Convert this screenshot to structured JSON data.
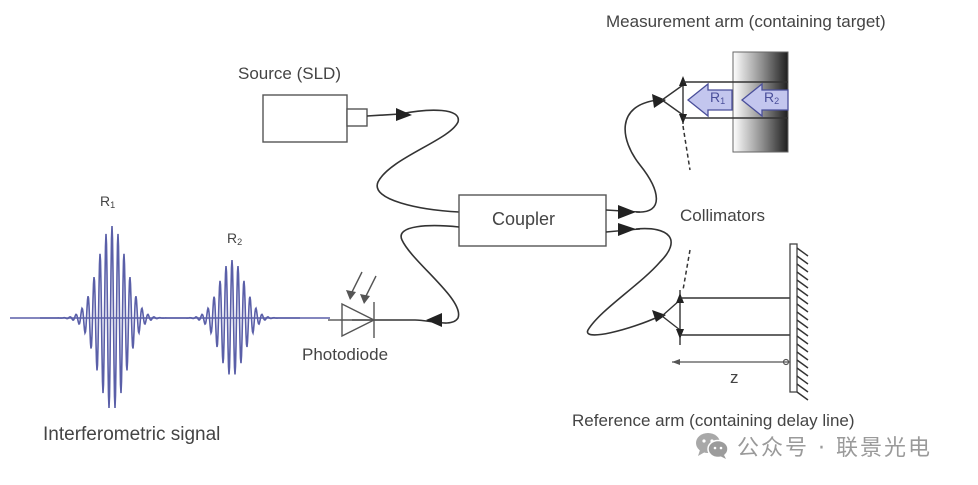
{
  "diagram": {
    "labels": {
      "source": "Source (SLD)",
      "coupler": "Coupler",
      "photodiode": "Photodiode",
      "collimators": "Collimators",
      "measurement_arm": "Measurement arm (containing target)",
      "reference_arm": "Reference arm (containing delay line)",
      "interferometric_signal": "Interferometric signal",
      "delay_distance": "z",
      "reflection_1": "R",
      "reflection_1_sub": "1",
      "reflection_2": "R",
      "reflection_2_sub": "2"
    },
    "colors": {
      "signal": "#5a5fa8",
      "reflection_arrow_fill": "#c3c6ee",
      "line": "#333333",
      "text": "#444444"
    }
  },
  "watermark": {
    "icon": "wechat-icon",
    "text": "公众号 · 联景光电"
  }
}
